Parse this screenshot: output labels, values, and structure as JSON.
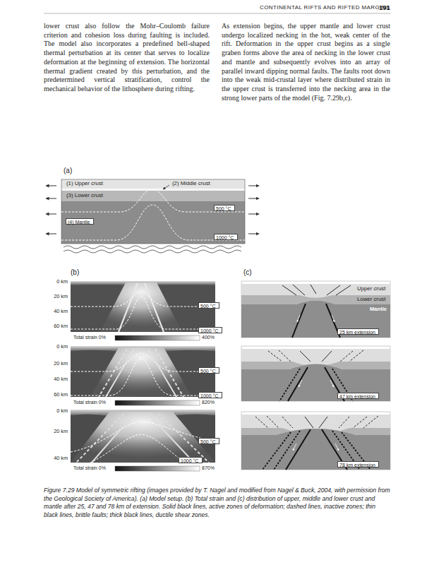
{
  "diagram": {
    "caption": "Figure 7.29 Model of symmetric rifting (images provided by T. Nagel and modified from Nagel & Buck, 2004, with permission from the Geological Society of America). (a) Model setup. (b) Total strain and (c) distribution of upper, middle and lower crust and mantle after 25, 47 and 78 km of extension. Solid black lines, active zones of deformation; dashed lines, inactive zones; thin black lines, brittle faults; thick black lines, ductile shear zones.",
    "nodes": [
      {
        "text": [
          "(4) Mantle"
        ]
      },
      {
        "text": [
          "500 °C"
        ]
      },
      {
        "text": [
          "1000 °C"
        ]
      },
      {
        "text": [
          "500 °C"
        ]
      },
      {
        "text": [
          "1000 °C"
        ]
      },
      {
        "text": [
          "500 °C"
        ]
      },
      {
        "text": [
          "1000 °C"
        ]
      },
      {
        "text": [
          "500 °C"
        ]
      },
      {
        "text": [
          "1000 °C"
        ]
      },
      {
        "text": [
          "25 km extension"
        ]
      },
      {
        "text": [
          "47 km extension"
        ]
      },
      {
        "text": [
          "78 km extension"
        ]
      }
    ],
    "labels": [
      "CONTINENTAL RIFTS AND RIFTED MARGINS",
      "191",
      "lower crust also follow the Mohr–Coulomb failure criterion and cohesion loss during faulting is included. The model also incorporates a predefined bell-shaped thermal perturbation at its center that serves to localize deformation at the beginning of extension. The horizontal thermal gradient created by this perturbation, and the predetermined vertical stratification, control the mechanical behavior of the lithosphere during rifting.",
      "As extension begins, the upper mantle and lower crust undergo localized necking in the hot, weak center of the rift. Deformation in the upper crust begins as a single graben forms above the area of necking in the lower crust and mantle and subsequently evolves into an array of parallel inward dipping normal faults. The faults root down into the weak mid-crustal layer where distributed strain in the upper crust is transferred into the necking area in the strong lower parts of the model (Fig. 7.29b,c).",
      "(a)",
      "(1) Upper crust",
      "(2) Middle crust",
      "(3) Lower crust",
      "(b)",
      "(c)",
      "0 km",
      "20 km",
      "40 km",
      "60 km",
      "Total strain 0%",
      "400%",
      "0 km",
      "20 km",
      "40 km",
      "60 km",
      "Total strain 0%",
      "820%",
      "0 km",
      "20 km",
      "40 km",
      "Total strain 0%",
      "870%",
      "Upper crust",
      "Lower crust",
      "Mantle"
    ]
  }
}
